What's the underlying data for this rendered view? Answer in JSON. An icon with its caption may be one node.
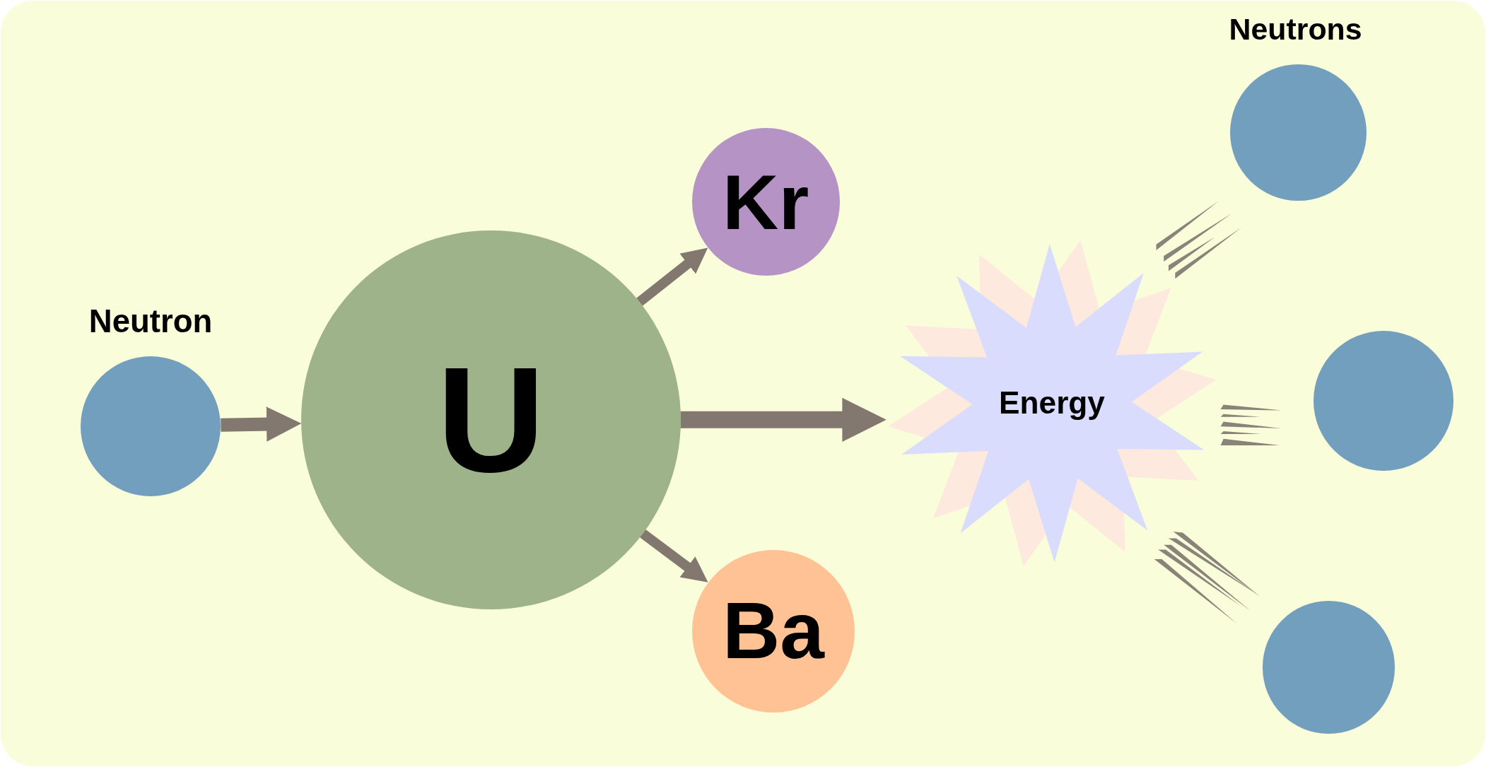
{
  "diagram": {
    "nodes": [
      {
        "text": [
          "Neutron"
        ]
      },
      {
        "text": [
          "U"
        ]
      },
      {
        "text": [
          "Kr"
        ]
      },
      {
        "text": [
          "Ba"
        ]
      },
      {
        "text": [
          "Energy"
        ]
      },
      {
        "text": [],
        "shape": "circle"
      },
      {
        "text": [],
        "shape": "circle"
      },
      {
        "text": [],
        "shape": "circle"
      }
    ],
    "edges": [
      {
        "from": 0,
        "to": 1,
        "arrow": "to"
      },
      {
        "from": 1,
        "to": 2,
        "arrow": "to"
      },
      {
        "from": 1,
        "to": 3,
        "arrow": "to"
      },
      {
        "from": 1,
        "to": 4,
        "arrow": "to"
      }
    ],
    "labels": [
      "Neutrons"
    ]
  }
}
